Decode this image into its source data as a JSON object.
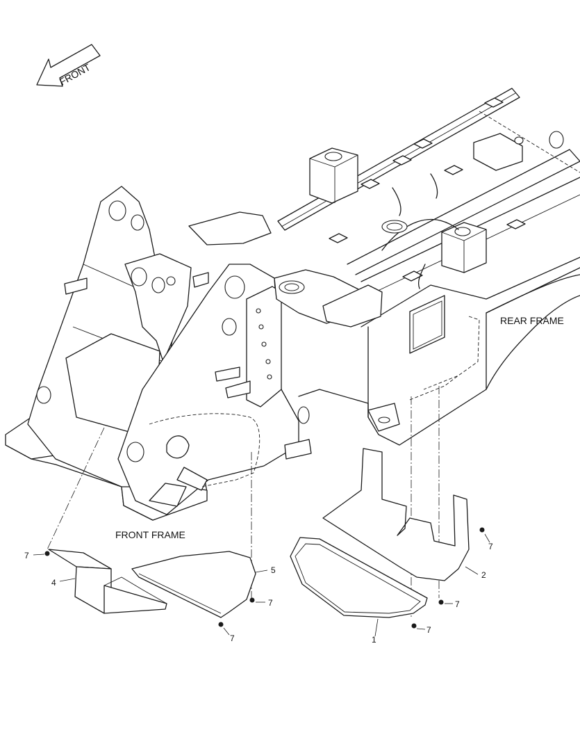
{
  "labels": {
    "front_arrow": "FRONT",
    "front_frame": "FRONT FRAME",
    "rear_frame": "REAR FRAME"
  },
  "callouts": {
    "c1": "1",
    "c2": "2",
    "c4": "4",
    "c5": "5",
    "c7a": "7",
    "c7b": "7",
    "c7c": "7",
    "c7d": "7",
    "c7e": "7",
    "c7f": "7"
  }
}
